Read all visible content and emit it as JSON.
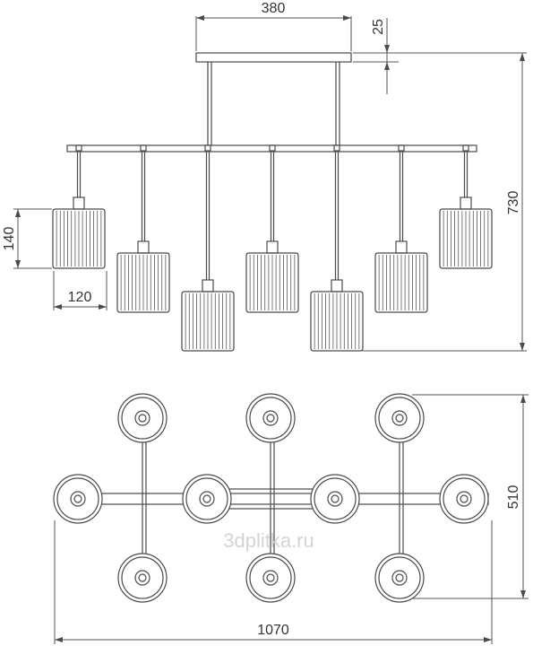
{
  "dimensions": {
    "top_width": "380",
    "canopy_height": "25",
    "total_height": "730",
    "shade_height": "140",
    "shade_width": "120",
    "plan_depth": "510",
    "total_length": "1070"
  },
  "watermark": "3dplitka.ru",
  "colors": {
    "line": "#4a4a4a",
    "text": "#333333",
    "watermark": "#d4d4d4"
  }
}
